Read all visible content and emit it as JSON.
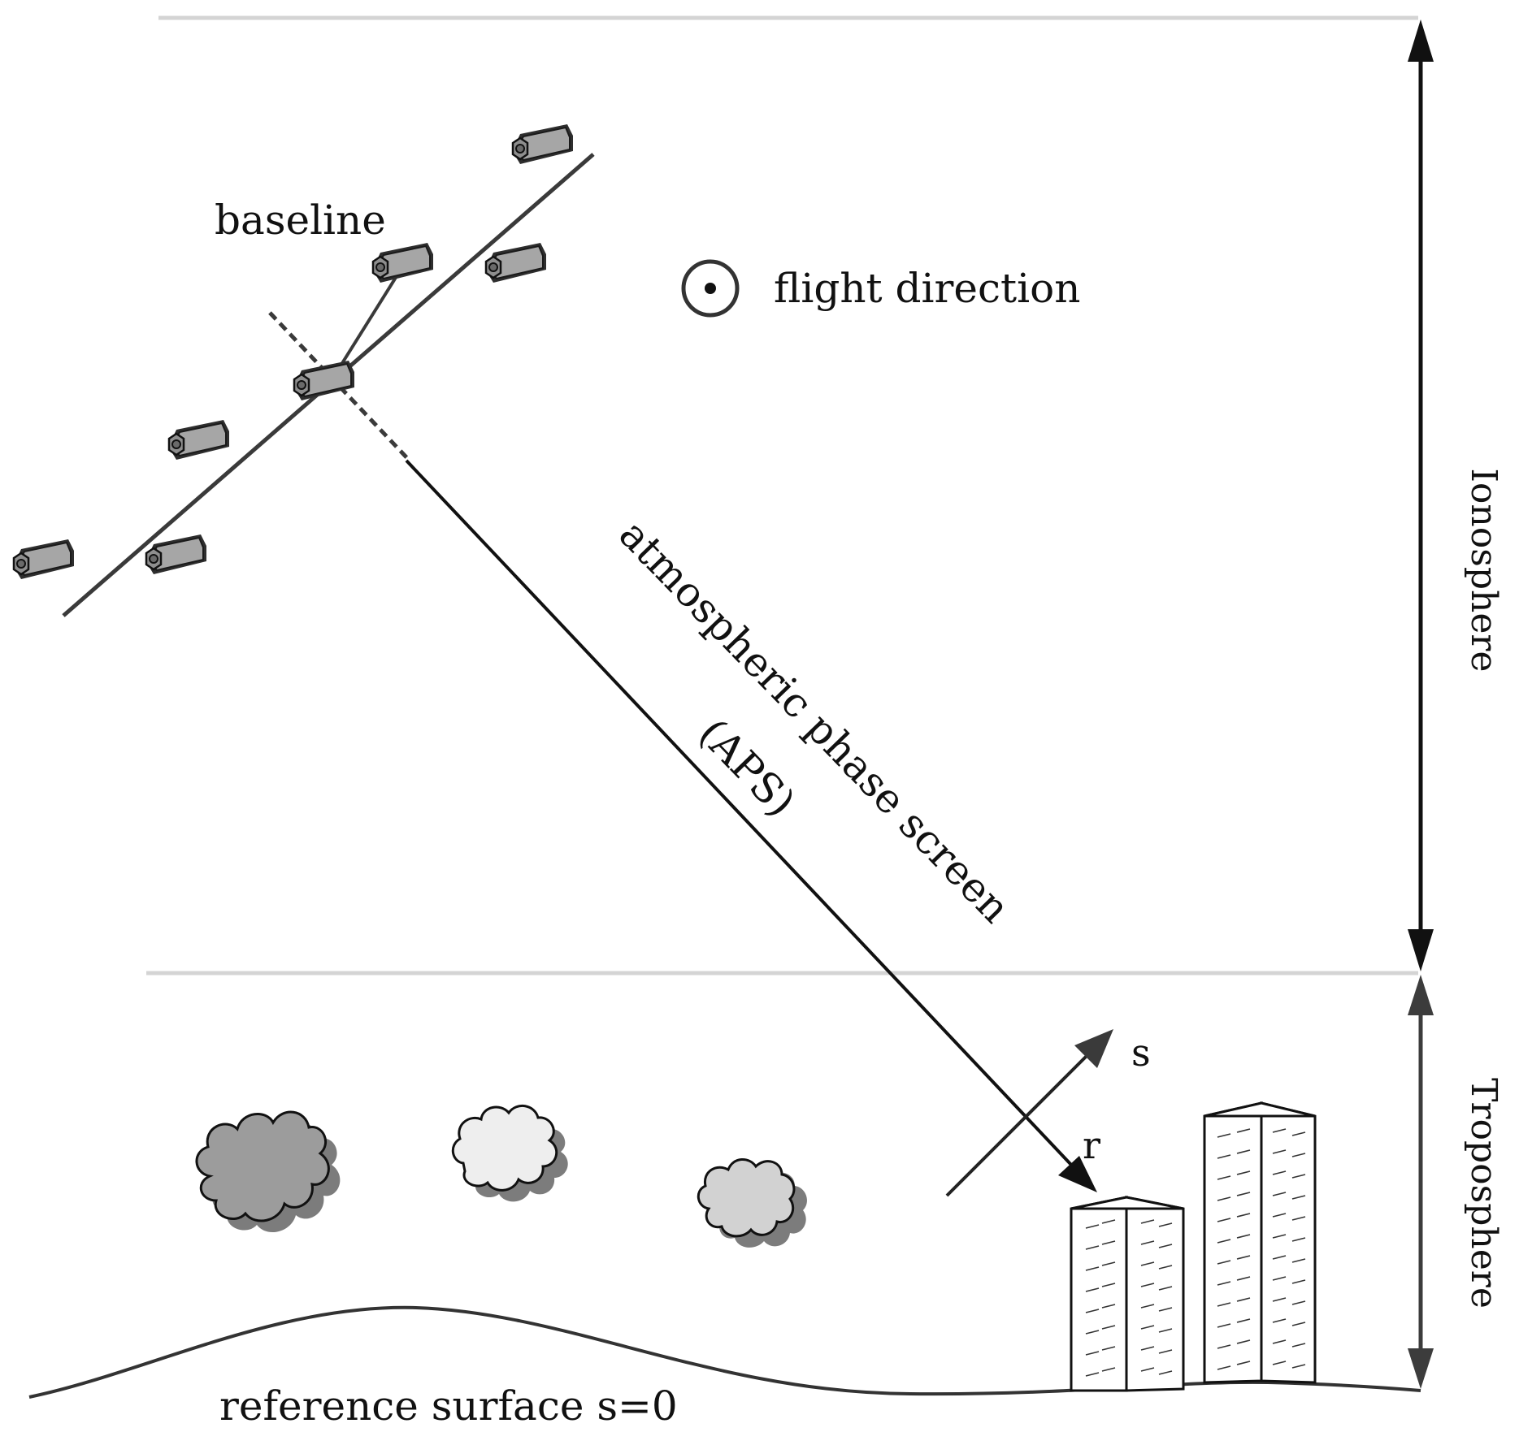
{
  "labels": {
    "baseline": "baseline",
    "flight_direction": "flight direction",
    "aps_line1": "atmospheric phase screen",
    "aps_line2": "(APS)",
    "s_axis": "s",
    "r_axis": "r",
    "ionosphere": "Ionosphere",
    "troposphere": "Troposphere",
    "reference_surface": "reference surface s=0"
  },
  "colors": {
    "ink": "#111111",
    "boundary_line": "#d4d4d4",
    "orbit_line": "#3a3a3a",
    "troposphere_arrow": "#3c3c3c",
    "satellite_body": "#a6a6a6",
    "satellite_dark": "#2e2e2e",
    "tree_dark": "#9c9c9c",
    "tree_shadow": "#7c7c7c",
    "tree_light": "#eeeeee",
    "tree_mid": "#d2d2d2"
  },
  "icons": {
    "satellite": "satellite-icon",
    "flight_direction": "out-of-page-symbol-icon",
    "tree": "tree-icon",
    "building": "building-icon"
  }
}
